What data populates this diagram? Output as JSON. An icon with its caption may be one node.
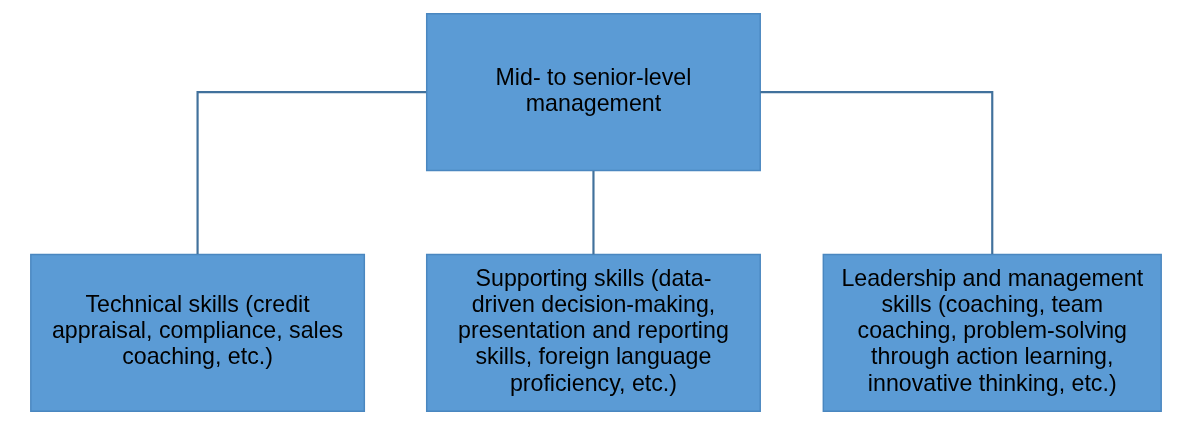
{
  "diagram": {
    "nodes": [
      {
        "text": [
          "Mid- to senior-level management"
        ]
      },
      {
        "text": [
          "Technical skills (credit appraisal, compliance, sales coaching, etc.)"
        ]
      },
      {
        "text": [
          "Supporting skills (data-driven decision-making, presentation and reporting skills, foreign language proficiency, etc.)"
        ]
      },
      {
        "text": [
          "Leadership and management skills (coaching, team coaching, problem-solving through action learning, innovative thinking, etc.)"
        ]
      }
    ],
    "edges": [
      {
        "from": 0,
        "to": 1,
        "arrow": "none"
      },
      {
        "from": 0,
        "to": 2,
        "arrow": "none"
      },
      {
        "from": 0,
        "to": 3,
        "arrow": "none"
      }
    ]
  }
}
